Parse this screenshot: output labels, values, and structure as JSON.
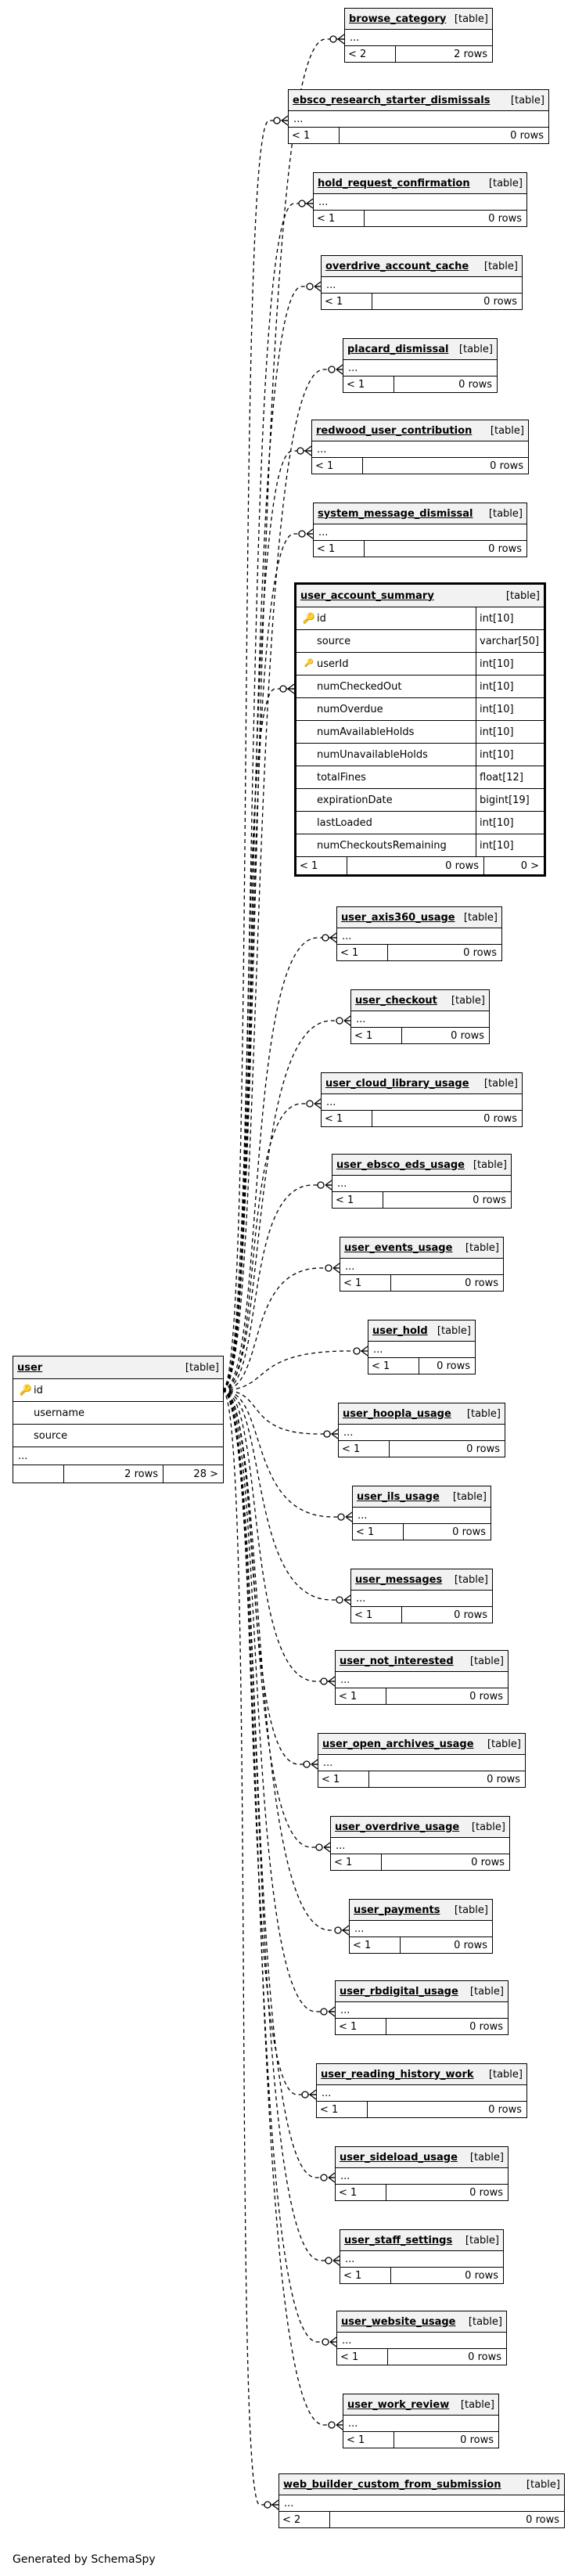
{
  "center_table": {
    "name": "user",
    "type": "[table]",
    "columns": [
      {
        "name": "id",
        "key": "pk"
      },
      {
        "name": "username",
        "key": ""
      },
      {
        "name": "source",
        "key": ""
      }
    ],
    "ellipsis": "...",
    "footer": {
      "left": "",
      "middle": "2 rows",
      "right": "28 >"
    }
  },
  "focus_table": {
    "name": "user_account_summary",
    "type": "[table]",
    "columns": [
      {
        "name": "id",
        "type": "int[10]",
        "key": "pk"
      },
      {
        "name": "source",
        "type": "varchar[50]",
        "key": ""
      },
      {
        "name": "userId",
        "type": "int[10]",
        "key": "fk"
      },
      {
        "name": "numCheckedOut",
        "type": "int[10]",
        "key": ""
      },
      {
        "name": "numOverdue",
        "type": "int[10]",
        "key": ""
      },
      {
        "name": "numAvailableHolds",
        "type": "int[10]",
        "key": ""
      },
      {
        "name": "numUnavailableHolds",
        "type": "int[10]",
        "key": ""
      },
      {
        "name": "totalFines",
        "type": "float[12]",
        "key": ""
      },
      {
        "name": "expirationDate",
        "type": "bigint[19]",
        "key": ""
      },
      {
        "name": "lastLoaded",
        "type": "int[10]",
        "key": ""
      },
      {
        "name": "numCheckoutsRemaining",
        "type": "int[10]",
        "key": ""
      }
    ],
    "footer": {
      "left": "< 1",
      "middle": "0 rows",
      "right": "0 >"
    }
  },
  "child_tables": [
    {
      "name": "browse_category",
      "type": "[table]",
      "ellipsis": "...",
      "lt": "< 2",
      "rows": "2 rows"
    },
    {
      "name": "ebsco_research_starter_dismissals",
      "type": "[table]",
      "ellipsis": "...",
      "lt": "< 1",
      "rows": "0 rows"
    },
    {
      "name": "hold_request_confirmation",
      "type": "[table]",
      "ellipsis": "...",
      "lt": "< 1",
      "rows": "0 rows"
    },
    {
      "name": "overdrive_account_cache",
      "type": "[table]",
      "ellipsis": "...",
      "lt": "< 1",
      "rows": "0 rows"
    },
    {
      "name": "placard_dismissal",
      "type": "[table]",
      "ellipsis": "...",
      "lt": "< 1",
      "rows": "0 rows"
    },
    {
      "name": "redwood_user_contribution",
      "type": "[table]",
      "ellipsis": "...",
      "lt": "< 1",
      "rows": "0 rows"
    },
    {
      "name": "system_message_dismissal",
      "type": "[table]",
      "ellipsis": "...",
      "lt": "< 1",
      "rows": "0 rows"
    },
    {
      "name": "user_axis360_usage",
      "type": "[table]",
      "ellipsis": "...",
      "lt": "< 1",
      "rows": "0 rows"
    },
    {
      "name": "user_checkout",
      "type": "[table]",
      "ellipsis": "...",
      "lt": "< 1",
      "rows": "0 rows"
    },
    {
      "name": "user_cloud_library_usage",
      "type": "[table]",
      "ellipsis": "...",
      "lt": "< 1",
      "rows": "0 rows"
    },
    {
      "name": "user_ebsco_eds_usage",
      "type": "[table]",
      "ellipsis": "...",
      "lt": "< 1",
      "rows": "0 rows"
    },
    {
      "name": "user_events_usage",
      "type": "[table]",
      "ellipsis": "...",
      "lt": "< 1",
      "rows": "0 rows"
    },
    {
      "name": "user_hold",
      "type": "[table]",
      "ellipsis": "...",
      "lt": "< 1",
      "rows": "0 rows"
    },
    {
      "name": "user_hoopla_usage",
      "type": "[table]",
      "ellipsis": "...",
      "lt": "< 1",
      "rows": "0 rows"
    },
    {
      "name": "user_ils_usage",
      "type": "[table]",
      "ellipsis": "...",
      "lt": "< 1",
      "rows": "0 rows"
    },
    {
      "name": "user_messages",
      "type": "[table]",
      "ellipsis": "...",
      "lt": "< 1",
      "rows": "0 rows"
    },
    {
      "name": "user_not_interested",
      "type": "[table]",
      "ellipsis": "...",
      "lt": "< 1",
      "rows": "0 rows"
    },
    {
      "name": "user_open_archives_usage",
      "type": "[table]",
      "ellipsis": "...",
      "lt": "< 1",
      "rows": "0 rows"
    },
    {
      "name": "user_overdrive_usage",
      "type": "[table]",
      "ellipsis": "...",
      "lt": "< 1",
      "rows": "0 rows"
    },
    {
      "name": "user_payments",
      "type": "[table]",
      "ellipsis": "...",
      "lt": "< 1",
      "rows": "0 rows"
    },
    {
      "name": "user_rbdigital_usage",
      "type": "[table]",
      "ellipsis": "...",
      "lt": "< 1",
      "rows": "0 rows"
    },
    {
      "name": "user_reading_history_work",
      "type": "[table]",
      "ellipsis": "...",
      "lt": "< 1",
      "rows": "0 rows"
    },
    {
      "name": "user_sideload_usage",
      "type": "[table]",
      "ellipsis": "...",
      "lt": "< 1",
      "rows": "0 rows"
    },
    {
      "name": "user_staff_settings",
      "type": "[table]",
      "ellipsis": "...",
      "lt": "< 1",
      "rows": "0 rows"
    },
    {
      "name": "user_website_usage",
      "type": "[table]",
      "ellipsis": "...",
      "lt": "< 1",
      "rows": "0 rows"
    },
    {
      "name": "user_work_review",
      "type": "[table]",
      "ellipsis": "...",
      "lt": "< 1",
      "rows": "0 rows"
    },
    {
      "name": "web_builder_custom_from_submission",
      "type": "[table]",
      "ellipsis": "...",
      "lt": "< 2",
      "rows": "0 rows"
    }
  ],
  "footer_text": "Generated by SchemaSpy",
  "icons": {
    "primary_key": "key-icon",
    "foreign_key": "key-icon"
  },
  "colors": {
    "primary_key": "#e6b800",
    "foreign_key": "#aaaaaa",
    "header_bg": "#f2f2f2"
  }
}
